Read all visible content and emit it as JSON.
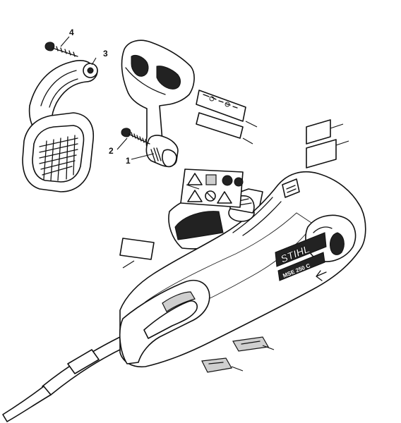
{
  "diagram": {
    "callouts": [
      {
        "id": "1",
        "label": "1"
      },
      {
        "id": "2",
        "label": "2"
      },
      {
        "id": "3",
        "label": "3"
      },
      {
        "id": "4",
        "label": "4"
      }
    ],
    "brand_text": "STIHL",
    "model_text": "MSE 250 C"
  }
}
